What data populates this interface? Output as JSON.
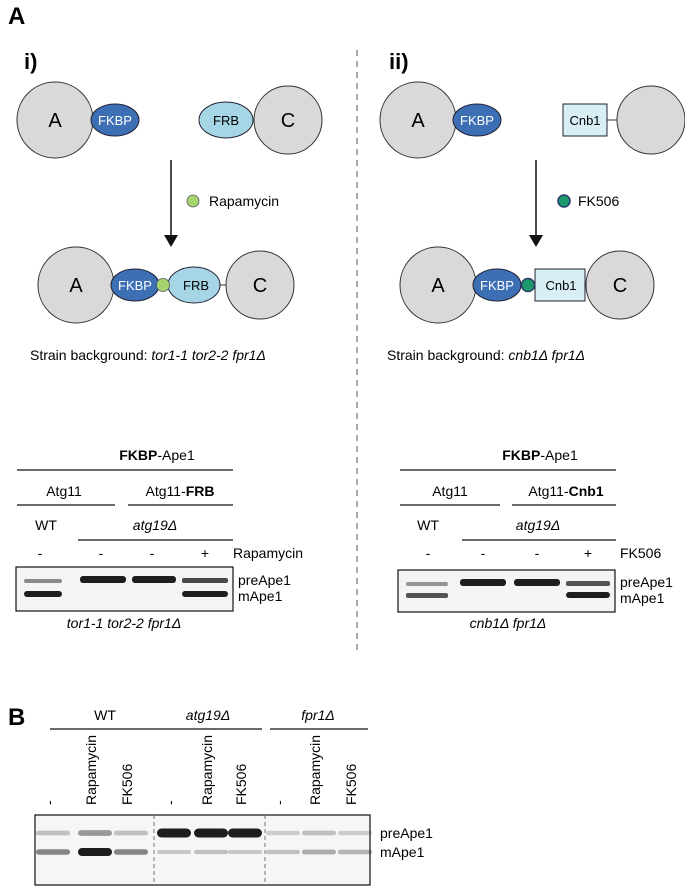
{
  "panel_a": {
    "label": "A",
    "left": {
      "label": "i)",
      "domain_a": "A",
      "domain_c": "C",
      "fkbp": "FKBP",
      "partner": "FRB",
      "drug": "Rapamycin",
      "strain_prefix": "Strain background: ",
      "strain_genotype": "tor1-1 tor2-2 fpr1Δ",
      "blot": {
        "construct_bold": "FKBP",
        "construct_rest": "-Ape1",
        "group1": "Atg11",
        "group2_plain": "Atg11-",
        "group2_bold": "FRB",
        "wt": "WT",
        "mutant": "atg19Δ",
        "treatment": "Rapamycin",
        "lanes": [
          "-",
          "-",
          "-",
          "+"
        ],
        "band_upper": "preApe1",
        "band_lower": "mApe1",
        "footer": "tor1-1 tor2-2 fpr1Δ"
      }
    },
    "right": {
      "label": "ii)",
      "domain_a": "A",
      "domain_c": "C",
      "fkbp": "FKBP",
      "partner": "Cnb1",
      "drug": "FK506",
      "strain_prefix": "Strain background: ",
      "strain_genotype": "cnb1Δ fpr1Δ",
      "blot": {
        "construct_bold": "FKBP",
        "construct_rest": "-Ape1",
        "group1": "Atg11",
        "group2_plain": "Atg11-",
        "group2_bold": "Cnb1",
        "wt": "WT",
        "mutant": "atg19Δ",
        "treatment": "FK506",
        "lanes": [
          "-",
          "-",
          "-",
          "+"
        ],
        "band_upper": "preApe1",
        "band_lower": "mApe1",
        "footer": "cnb1Δ fpr1Δ"
      }
    }
  },
  "panel_b": {
    "label": "B",
    "groups": [
      "WT",
      "atg19Δ",
      "fpr1Δ"
    ],
    "lanes": [
      "-",
      "Rapamycin",
      "FK506",
      "-",
      "Rapamycin",
      "FK506",
      "-",
      "Rapamycin",
      "FK506"
    ],
    "band_upper": "preApe1",
    "band_lower": "mApe1",
    "band_intensity": {
      "preApe1": [
        0.15,
        0.35,
        0.15,
        1.0,
        1.0,
        1.0,
        0.08,
        0.15,
        0.08
      ],
      "mApe1": [
        0.45,
        1.0,
        0.45,
        0.1,
        0.15,
        0.1,
        0.15,
        0.25,
        0.2
      ]
    }
  },
  "colors": {
    "domain_fill": "#d9d9d9",
    "fkbp_fill": "#3c6fb4",
    "frb_fill": "#a6d6e6",
    "cnb1_fill": "#d6eef4",
    "rapamycin_dot": "#a5d46f",
    "fk506_dot": "#1d9a6c",
    "band": "#1e1e1e"
  }
}
